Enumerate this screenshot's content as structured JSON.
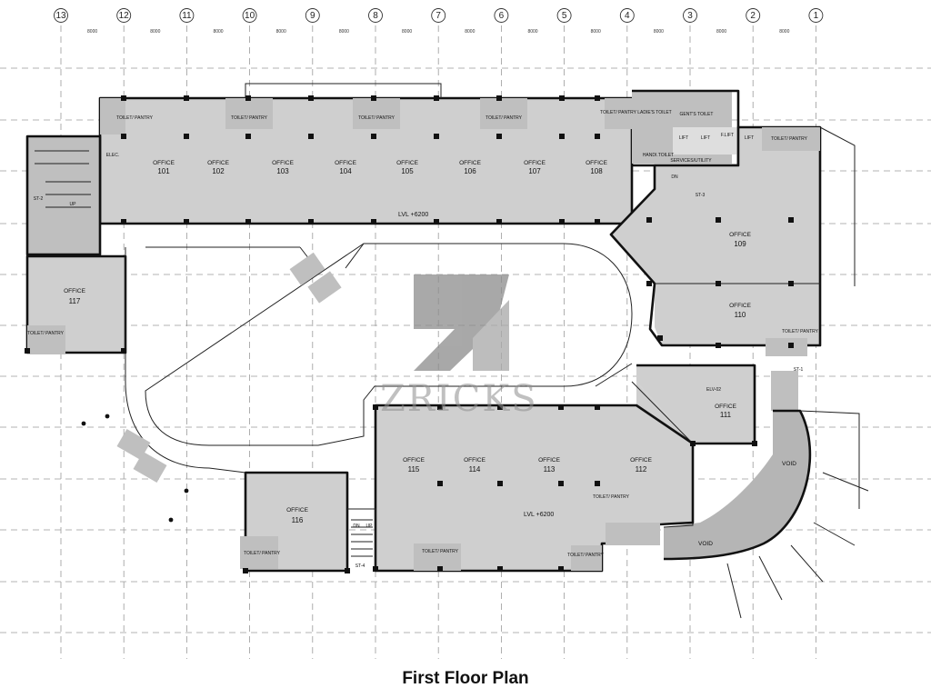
{
  "title": "First Floor Plan",
  "grid": {
    "axes": [
      "13",
      "12",
      "11",
      "10",
      "9",
      "8",
      "7",
      "6",
      "5",
      "4",
      "3",
      "2",
      "1"
    ],
    "spacing_label": "8000"
  },
  "offices": [
    {
      "label": "OFFICE",
      "number": "101"
    },
    {
      "label": "OFFICE",
      "number": "102"
    },
    {
      "label": "OFFICE",
      "number": "103"
    },
    {
      "label": "OFFICE",
      "number": "104"
    },
    {
      "label": "OFFICE",
      "number": "105"
    },
    {
      "label": "OFFICE",
      "number": "106"
    },
    {
      "label": "OFFICE",
      "number": "107"
    },
    {
      "label": "OFFICE",
      "number": "108"
    },
    {
      "label": "OFFICE",
      "number": "109"
    },
    {
      "label": "OFFICE",
      "number": "110"
    },
    {
      "label": "OFFICE",
      "number": "111"
    },
    {
      "label": "OFFICE",
      "number": "112"
    },
    {
      "label": "OFFICE",
      "number": "113"
    },
    {
      "label": "OFFICE",
      "number": "114"
    },
    {
      "label": "OFFICE",
      "number": "115"
    },
    {
      "label": "OFFICE",
      "number": "116"
    },
    {
      "label": "OFFICE",
      "number": "117"
    }
  ],
  "labels": {
    "level_north": "LVL +6200",
    "level_south": "LVL +6200",
    "toilet_pantry": "TOILET/ PANTRY",
    "ladies_toilet": "LADIE'S TOILET",
    "gents_toilet": "GENT'S TOILET",
    "lift": "LIFT",
    "fire_lift": "F.LIFT",
    "handicap_toilet": "HANDI.TOILET",
    "services": "SERVICES/UTILITY",
    "elec": "ELEC.",
    "void": "VOID",
    "elevator": "ELV-02",
    "stair_1": "ST-1",
    "stair_2": "ST-2",
    "stair_3": "ST-3",
    "stair_4": "ST-4",
    "up": "UP",
    "dn": "DN"
  },
  "watermark": "ZRICKS",
  "colors": {
    "office_fill": "#cfcfcf",
    "wall": "#111111",
    "grid": "#9a9a9a"
  }
}
